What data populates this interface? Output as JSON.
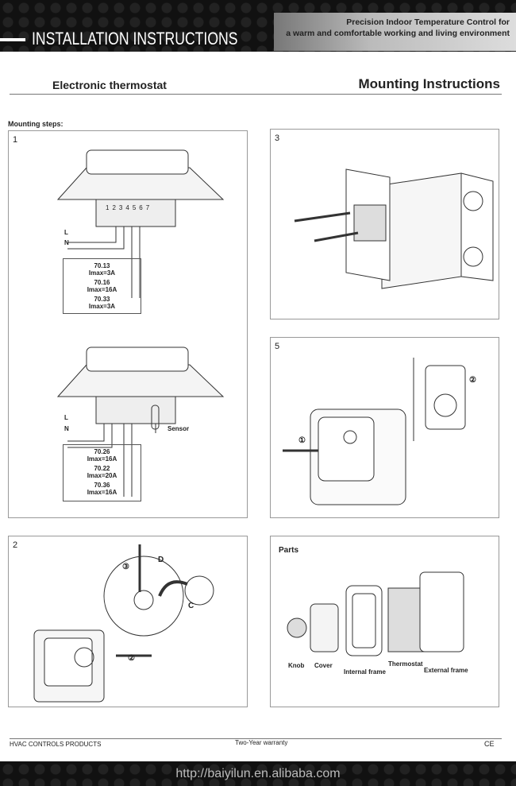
{
  "banner": {
    "title": "INSTALLATION INSTRUCTIONS",
    "tagline_1": "Precision Indoor Temperature Control for",
    "tagline_2": "a warm and comfortable working and living environment"
  },
  "doc": {
    "product": "Electronic thermostat",
    "heading": "Mounting Instructions",
    "steps_label": "Mounting steps:"
  },
  "panel1": {
    "number": "1",
    "L": "L",
    "N": "N",
    "sensor": "Sensor",
    "terminals": [
      "1",
      "2",
      "3",
      "4",
      "5",
      "6",
      "7"
    ],
    "box1": [
      "70.13",
      "Imax=3A",
      "70.16",
      "Imax=16A",
      "70.33",
      "Imax=3A"
    ],
    "box2": [
      "70.26",
      "Imax=16A",
      "70.22",
      "Imax=20A",
      "70.36",
      "Imax=16A"
    ]
  },
  "panel2": {
    "number": "2",
    "callouts": [
      "③",
      "D",
      "C",
      "②"
    ]
  },
  "panel3": {
    "number": "3"
  },
  "panel5": {
    "number": "5",
    "callouts": [
      "①",
      "②"
    ]
  },
  "parts": {
    "title": "Parts",
    "items": [
      "Knob",
      "Cover",
      "Internal frame",
      "Thermostat",
      "External frame"
    ]
  },
  "footer": {
    "left": "HVAC CONTROLS PRODUCTS",
    "center": "Two-Year warranty",
    "right": "CE"
  },
  "url": "http://baiyilun.en.alibaba.com"
}
